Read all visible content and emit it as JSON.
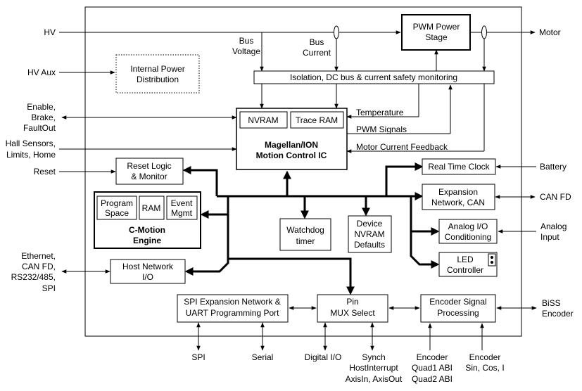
{
  "external_left": {
    "hv": "HV",
    "hv_aux": "HV Aux",
    "enable": [
      "Enable,",
      "Brake,",
      "FaultOut"
    ],
    "hall": [
      "Hall Sensors,",
      "Limits, Home"
    ],
    "reset": "Reset",
    "ethernet": [
      "Ethernet,",
      "CAN FD,",
      "RS232/485,",
      "SPI"
    ]
  },
  "external_right": {
    "motor": "Motor",
    "battery": "Battery",
    "can_fd": "CAN FD",
    "analog_input": [
      "Analog",
      "Input"
    ],
    "biss": [
      "BiSS",
      "Encoder"
    ]
  },
  "external_bottom": {
    "spi": "SPI",
    "serial": "Serial",
    "digital_io": "Digital I/O",
    "synch": [
      "Synch",
      "HostInterrupt",
      "AxisIn, AxisOut"
    ],
    "encoder_abi": [
      "Encoder",
      "Quad1 ABI",
      "Quad2 ABI"
    ],
    "encoder_sin": [
      "Encoder",
      "Sin, Cos, I"
    ]
  },
  "blocks": {
    "pwm_stage": [
      "PWM Power",
      "Stage"
    ],
    "bus_voltage": [
      "Bus",
      "Voltage"
    ],
    "bus_current": [
      "Bus",
      "Current"
    ],
    "internal_power": [
      "Internal Power",
      "Distribution"
    ],
    "isolation": "Isolation, DC bus & current safety monitoring",
    "nvram": "NVRAM",
    "trace_ram": "Trace RAM",
    "magellan": [
      "Magellan/ION",
      "Motion Control IC"
    ],
    "temperature": "Temperature",
    "pwm_signals": "PWM Signals",
    "motor_current": "Motor Current Feedback",
    "reset_logic": [
      "Reset Logic",
      "& Monitor"
    ],
    "real_time_clock": "Real Time Clock",
    "expansion_network": [
      "Expansion",
      "Network, CAN"
    ],
    "program_space": [
      "Program",
      "Space"
    ],
    "ram": "RAM",
    "event_mgmt": [
      "Event",
      "Mgmt"
    ],
    "c_motion": [
      "C-Motion",
      "Engine"
    ],
    "watchdog": [
      "Watchdog",
      "timer"
    ],
    "device_nvram": [
      "Device",
      "NVRAM",
      "Defaults"
    ],
    "analog_io": [
      "Analog I/O",
      "Conditioning"
    ],
    "led_controller": [
      "LED",
      "Controller"
    ],
    "host_network": [
      "Host Network",
      "I/O"
    ],
    "spi_expansion": [
      "SPI Expansion Network &",
      "UART Programming Port"
    ],
    "pin_mux": [
      "Pin",
      "MUX Select"
    ],
    "encoder_signal": [
      "Encoder Signal",
      "Processing"
    ]
  }
}
